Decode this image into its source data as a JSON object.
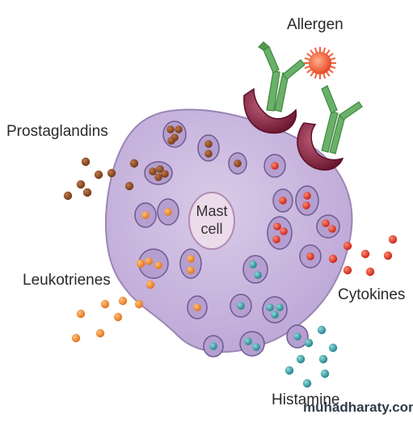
{
  "labels": {
    "allergen": "Allergen",
    "prostaglandins": "Prostaglandins",
    "leukotrienes": "Leukotrienes",
    "cytokines": "Cytokines",
    "histamine": "Histamine",
    "cell_line1": "Mast",
    "cell_line2": "cell"
  },
  "watermark": "muhadharaty.com",
  "colors": {
    "cell_fill": "#c9b6dc",
    "cell_stroke": "#9884b4",
    "nucleus_fill": "#e9d6e8",
    "granule_fill": "#b8a2d2",
    "prostaglandin": "#8a4a22",
    "leukotriene": "#f08a2a",
    "cytokine": "#e2342a",
    "histamine": "#2f9aa0",
    "receptor": "#7e1f3c",
    "antibody": "#4f9a4f",
    "allergen": "#f05a3a"
  },
  "icons": [
    "allergen-icon",
    "ige-antibody-icon",
    "fc-receptor-icon"
  ]
}
